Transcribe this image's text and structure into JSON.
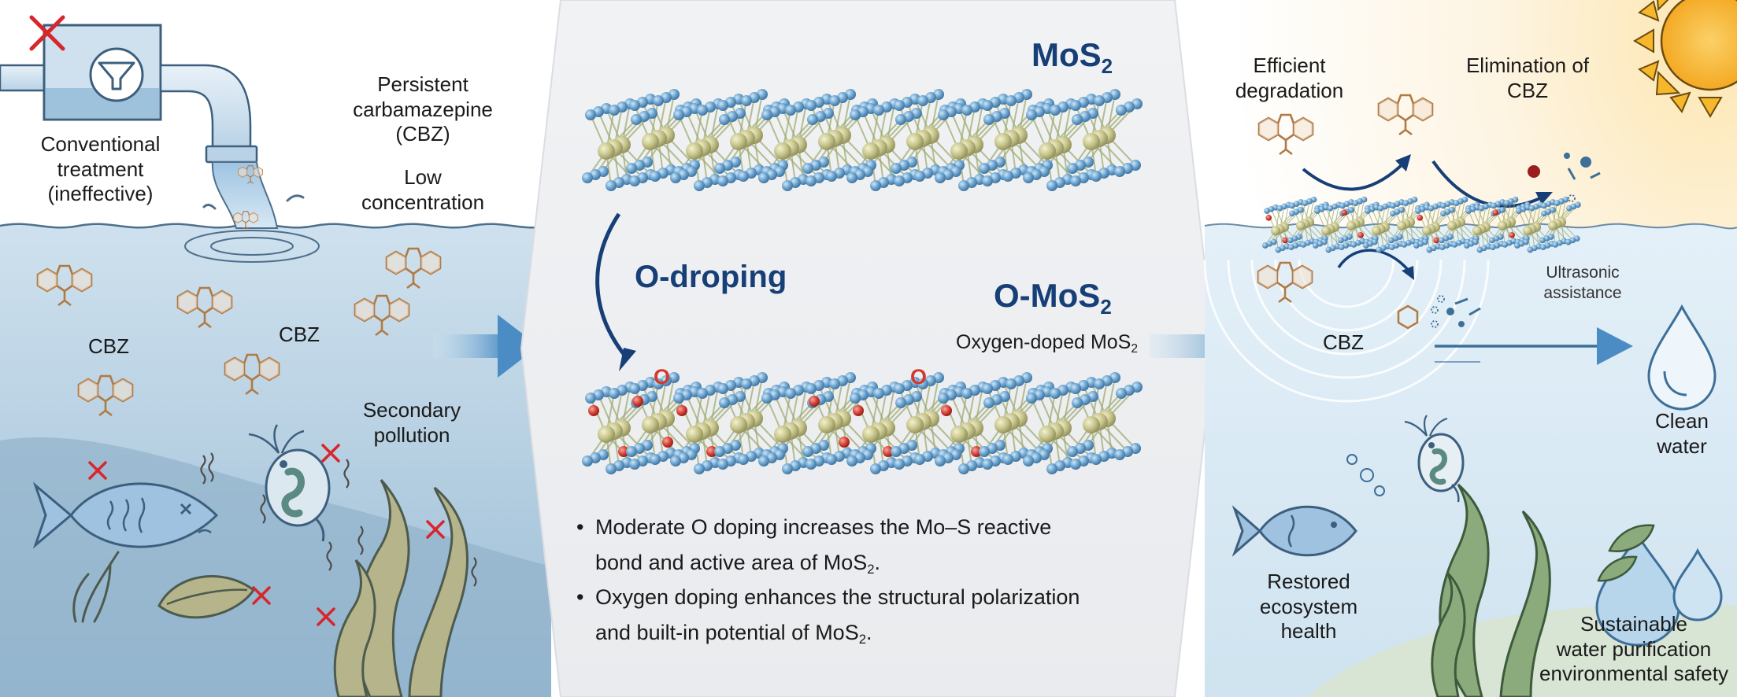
{
  "left": {
    "conventional": [
      "Conventional",
      "treatment",
      "(ineffective)"
    ],
    "persistent": [
      "Persistent",
      "carbamazepine",
      "(CBZ)"
    ],
    "low_conc": [
      "Low",
      "concentration"
    ],
    "cbz_a": "CBZ",
    "cbz_b": "CBZ",
    "secondary": [
      "Secondary",
      "pollution"
    ]
  },
  "center": {
    "mos2_main": "MoS",
    "mos2_sub": "2",
    "odoping": "O-droping",
    "omos2_main": "O-MoS",
    "omos2_sub": "2",
    "oxygen_doped_main": "Oxygen-doped MoS",
    "oxygen_doped_sub": "2",
    "o_label_a": "O",
    "o_label_b": "O",
    "bullet1": {
      "line1": "Moderate O doping increases the Mo–S reactive",
      "line2_main": "bond and active area of MoS",
      "line2_sub": "2",
      "line2_end": "."
    },
    "bullet2": {
      "line1": "Oxygen doping enhances the structural polarization",
      "line2_main": "and built-in potential of MoS",
      "line2_sub": "2",
      "line2_end": "."
    }
  },
  "right": {
    "efficient": [
      "Efficient",
      "degradation"
    ],
    "elimination": [
      "Elimination of",
      "CBZ"
    ],
    "ultrasonic": [
      "Ultrasonic",
      "assistance"
    ],
    "cbz": "CBZ",
    "clean": [
      "Clean",
      "water"
    ],
    "restored": [
      "Restored",
      "ecosystem",
      "health"
    ],
    "sustainable": [
      "Sustainable",
      "water purification",
      "environmental safety"
    ]
  },
  "colors": {
    "title_blue": "#173f77",
    "water_dark": "#a8c6dc",
    "water_light": "#dbeaf4",
    "mo_atom": "#c6c48a",
    "s_atom": "#6aa3cf",
    "o_atom": "#d23a2e",
    "molecule": "#b07a45",
    "red_cross": "#d7262c",
    "sun": "#f6b72a"
  }
}
